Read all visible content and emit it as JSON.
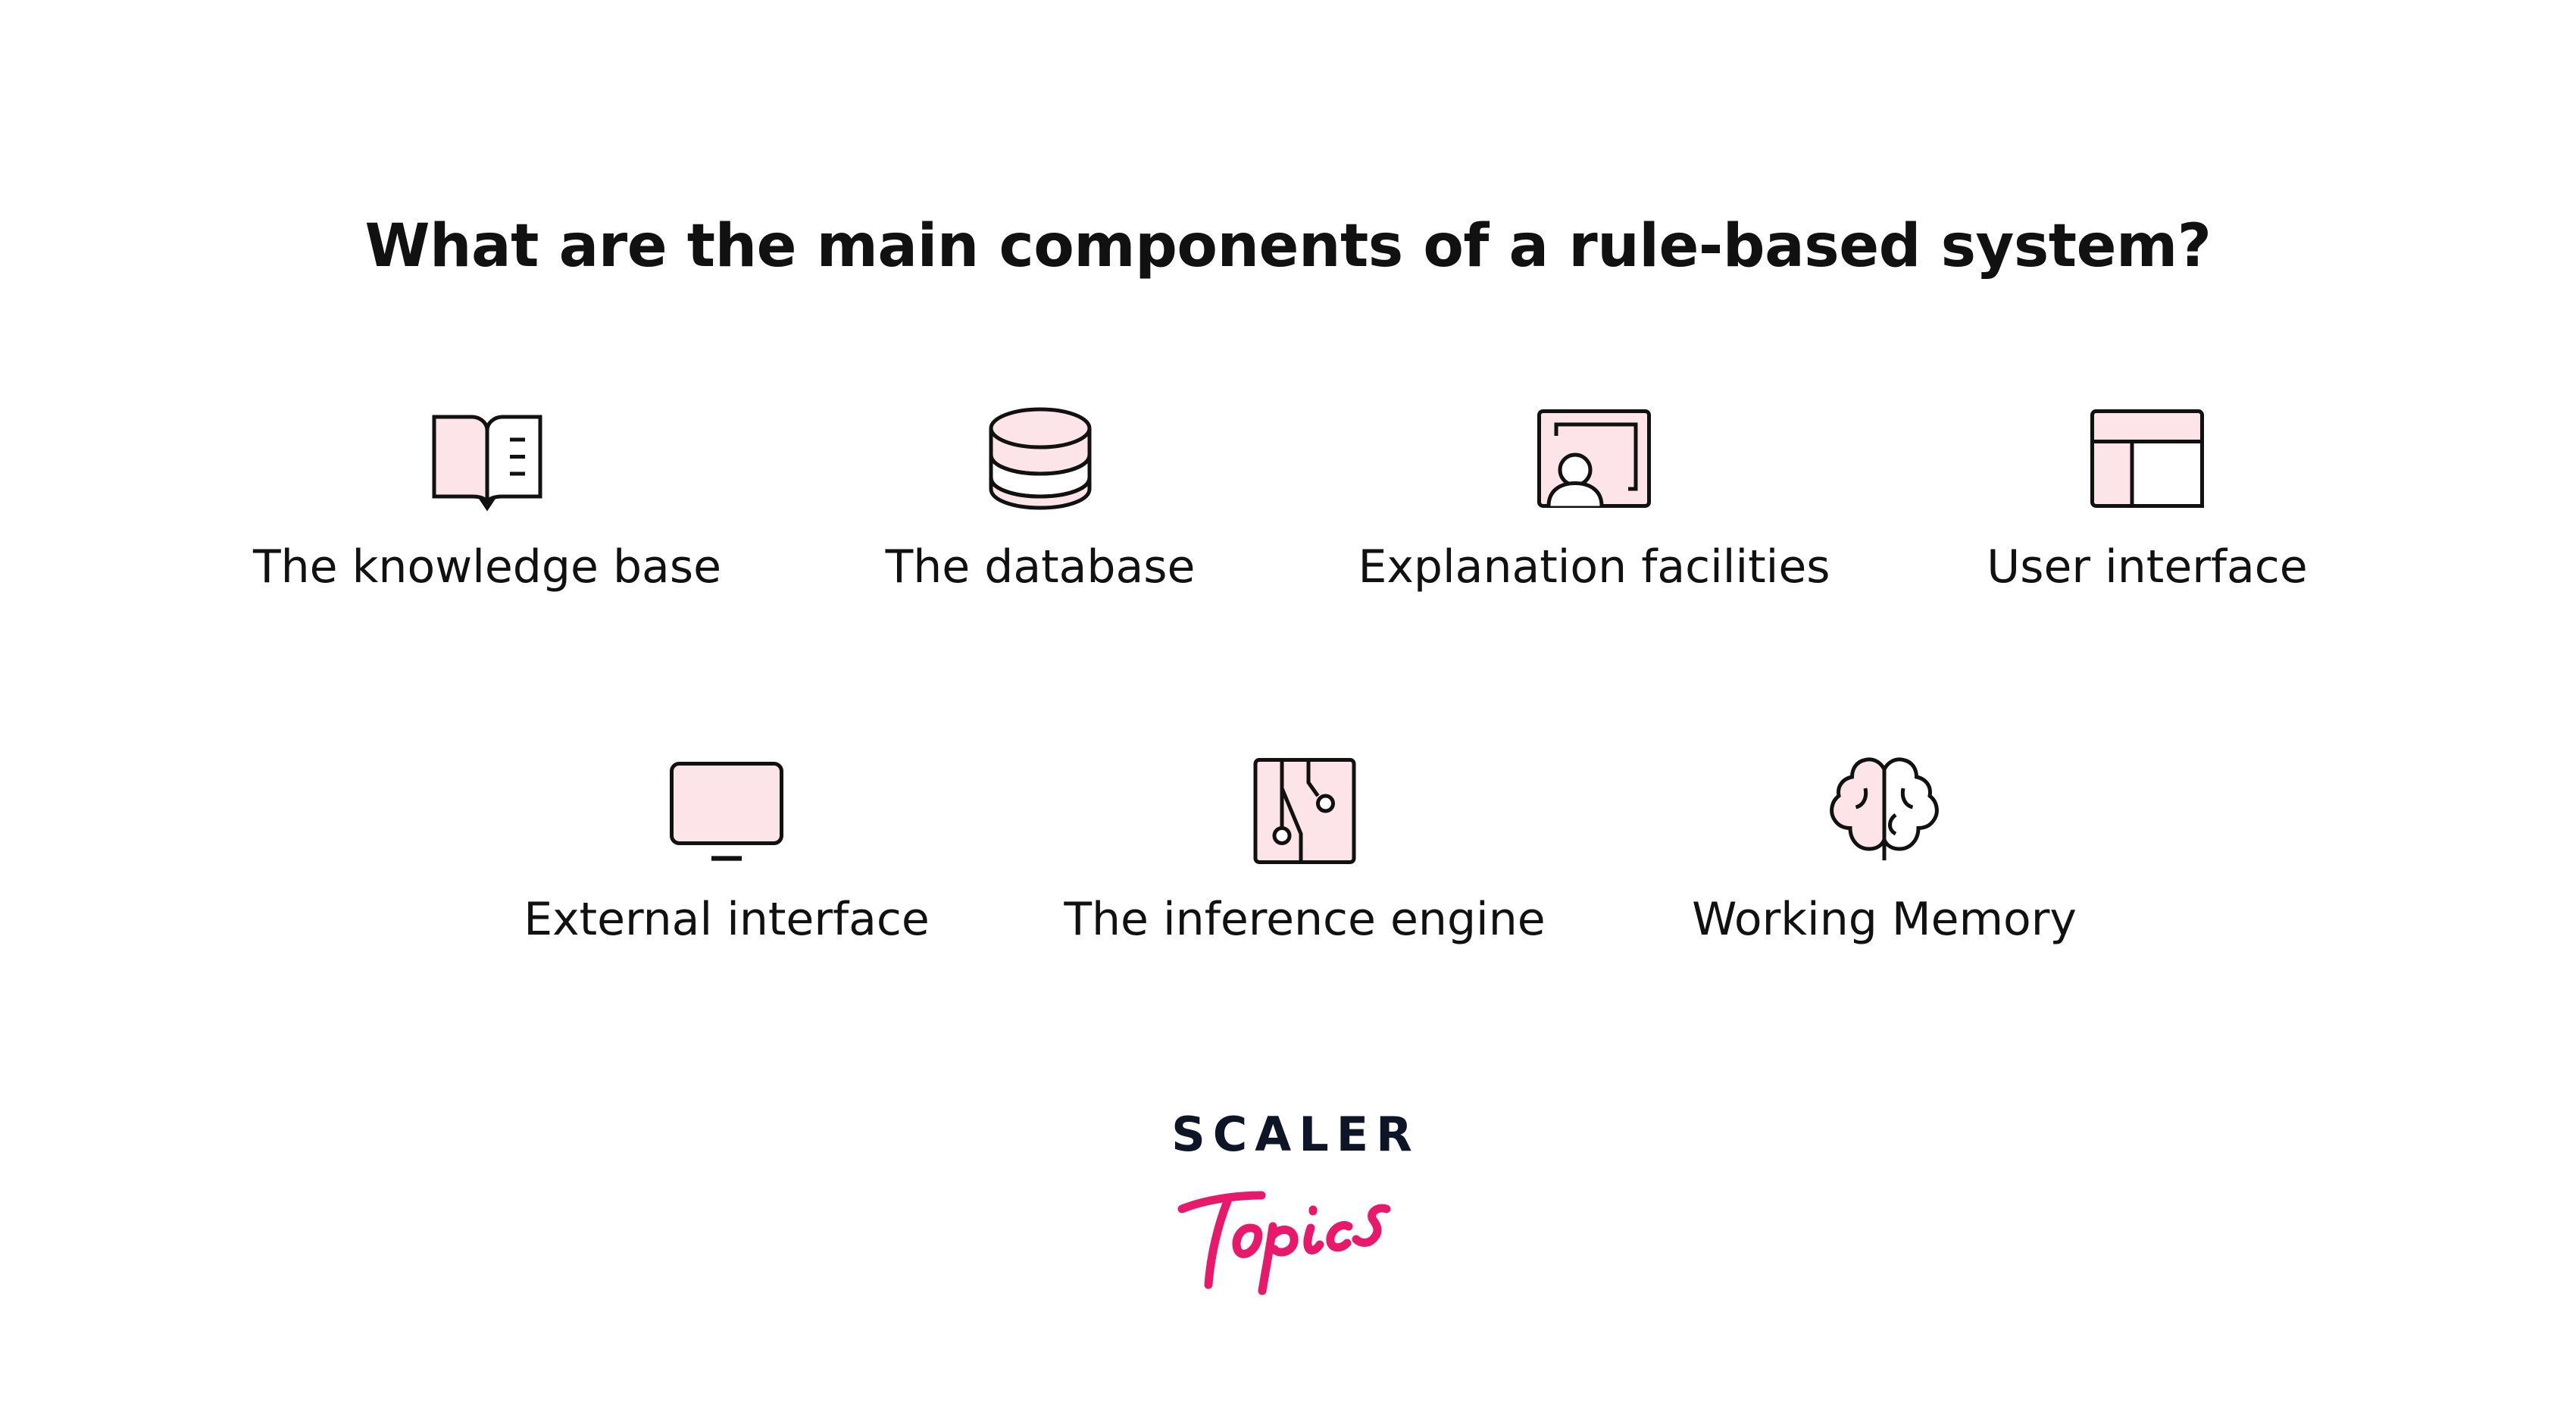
{
  "title": "What are the main components of a rule-based system?",
  "components": [
    {
      "label": "The knowledge base",
      "icon": "book-icon"
    },
    {
      "label": "The database",
      "icon": "database-icon"
    },
    {
      "label": "Explanation facilities",
      "icon": "presentation-icon"
    },
    {
      "label": "User interface",
      "icon": "layout-icon"
    },
    {
      "label": "External interface",
      "icon": "monitor-icon"
    },
    {
      "label": "The inference engine",
      "icon": "circuit-icon"
    },
    {
      "label": "Working Memory",
      "icon": "brain-icon"
    }
  ],
  "logo": {
    "brand": "SCALER",
    "sub": "Topics"
  },
  "colors": {
    "icon_fill": "#fde4e9",
    "stroke": "#111111",
    "brand_pink": "#e8196b",
    "brand_dark": "#0d1526"
  }
}
